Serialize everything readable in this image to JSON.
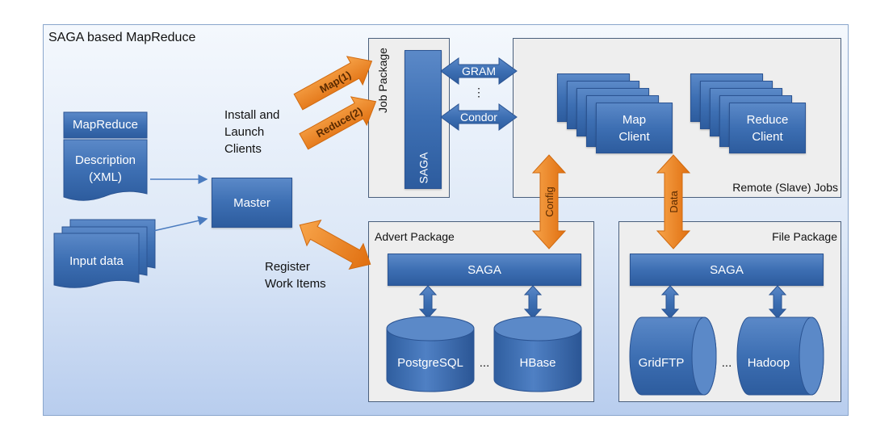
{
  "diagram": {
    "title": "SAGA based MapReduce",
    "job_package": "Job Package",
    "saga": "SAGA",
    "map_arrow": "Map(1)",
    "reduce_arrow": "Reduce(2)",
    "install_label": "Install and\nLaunch\nClients",
    "mapreduce": "MapReduce",
    "description": "Description\n(XML)",
    "input_data": "Input data",
    "master": "Master",
    "register_label": "Register\nWork Items",
    "gram": "GRAM",
    "dots_vertical": "⋮",
    "condor": "Condor",
    "map_client": "Map\nClient",
    "reduce_client": "Reduce\nClient",
    "remote_jobs": "Remote (Slave) Jobs",
    "config": "Config",
    "data": "Data",
    "advert_package": "Advert Package",
    "file_package": "File Package",
    "postgresql": "PostgreSQL",
    "hbase": "HBase",
    "gridftp": "GridFTP",
    "hadoop": "Hadoop",
    "ellipsis": "..."
  },
  "colors": {
    "blue_box": "#3d6fb3",
    "orange_arrow": "#f08a24",
    "package_bg": "#eeeeee"
  }
}
